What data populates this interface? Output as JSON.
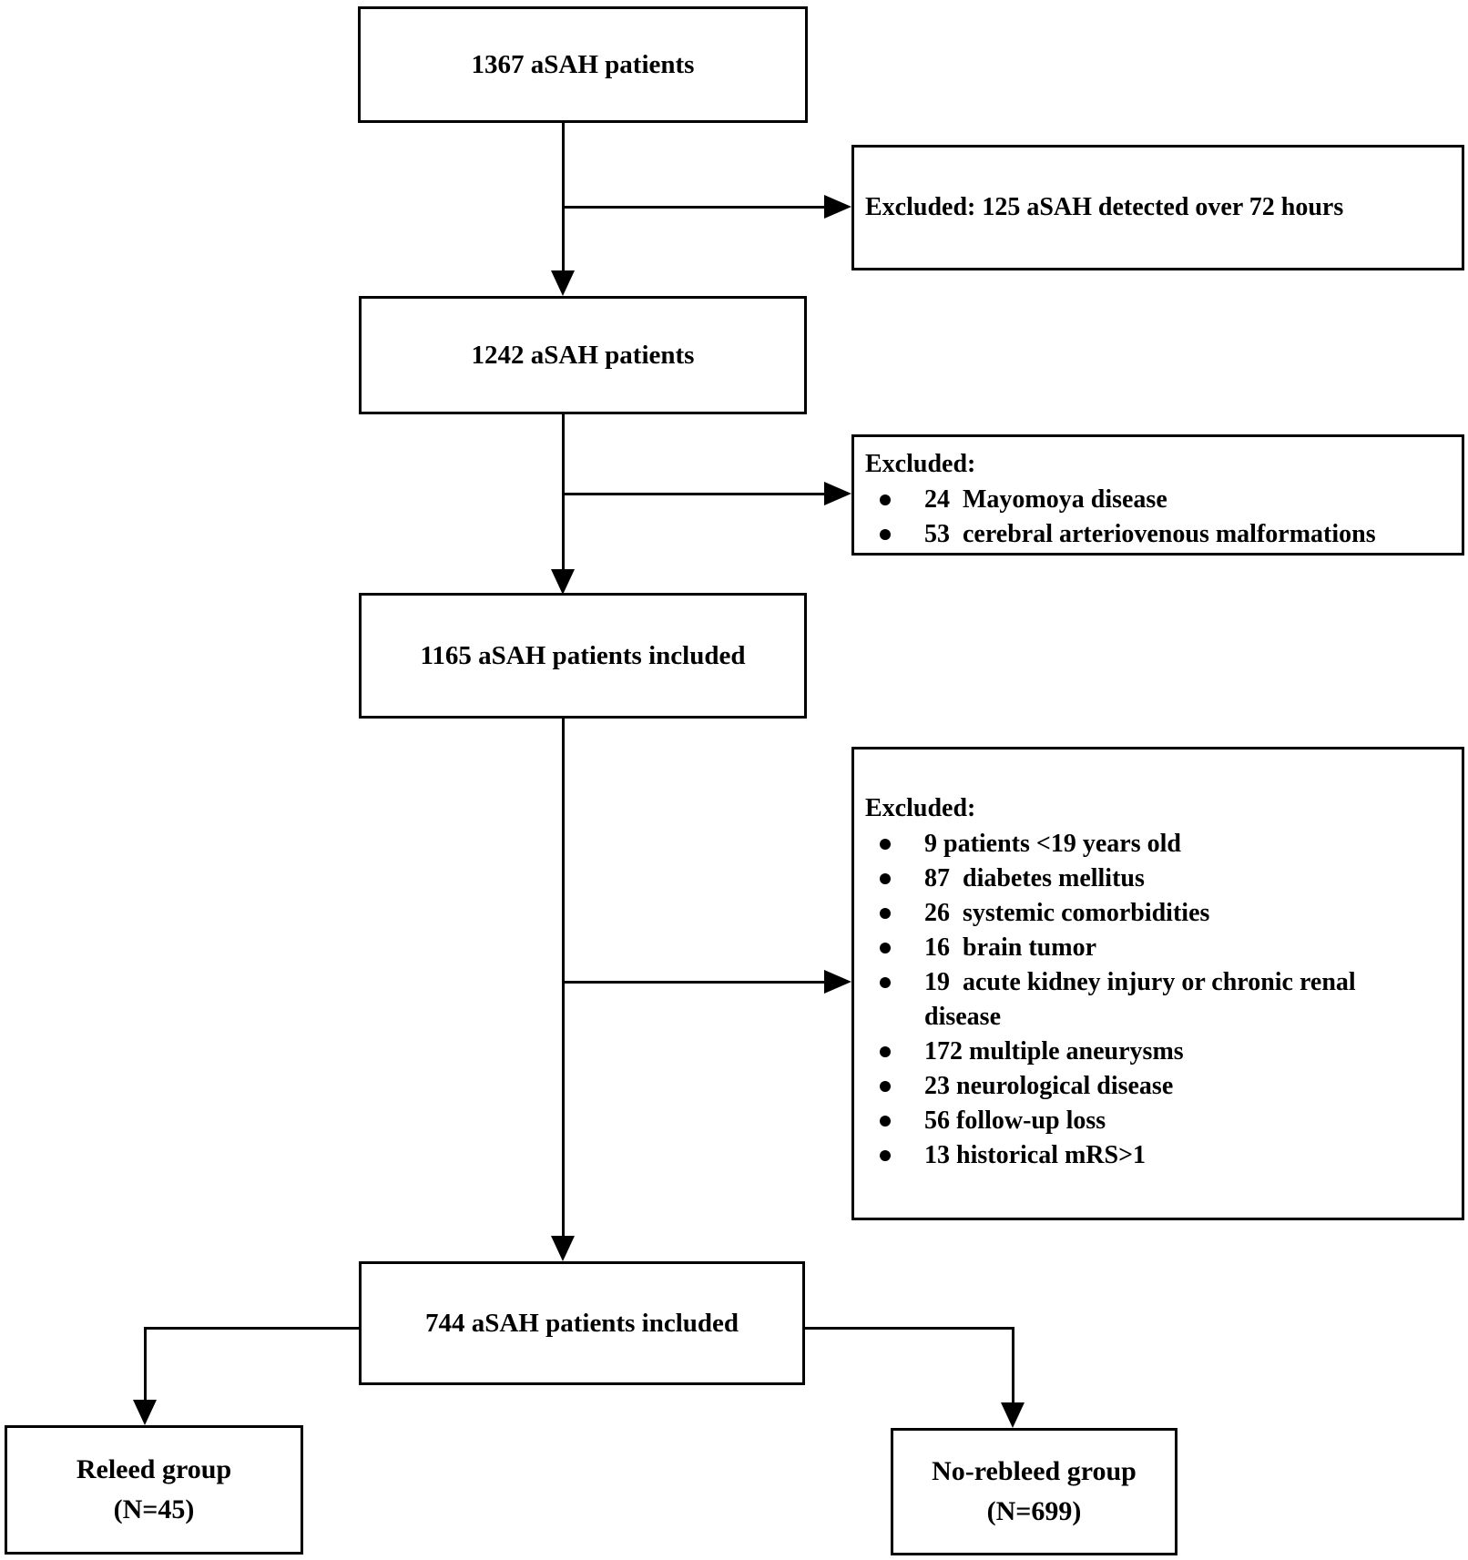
{
  "figure": {
    "background": "#ffffff",
    "line_color": "#000000",
    "flow": {
      "box1": "1367 aSAH patients",
      "box2": "1242 aSAH patients",
      "box3": "1165 aSAH patients included",
      "box4": "744 aSAH patients included"
    },
    "exclusions": {
      "step1": {
        "text": "Excluded: 125 aSAH detected over 72 hours"
      },
      "step2": {
        "heading": "Excluded:",
        "items": [
          "24  Mayomoya disease",
          "53  cerebral arteriovenous malformations"
        ]
      },
      "step3": {
        "heading": "Excluded:",
        "items": [
          "9 patients <19 years old",
          "87  diabetes mellitus",
          "26  systemic comorbidities",
          "16  brain tumor",
          "19  acute kidney injury or chronic renal\ndisease",
          "172 multiple aneurysms",
          "23 neurological disease",
          "56 follow-up loss",
          "13 historical mRS>1"
        ]
      }
    },
    "groups": {
      "rebleed": {
        "name": "Releed group",
        "n": "(N=45)"
      },
      "no_rebleed": {
        "name": "No-rebleed group",
        "n": "(N=699)"
      }
    }
  }
}
